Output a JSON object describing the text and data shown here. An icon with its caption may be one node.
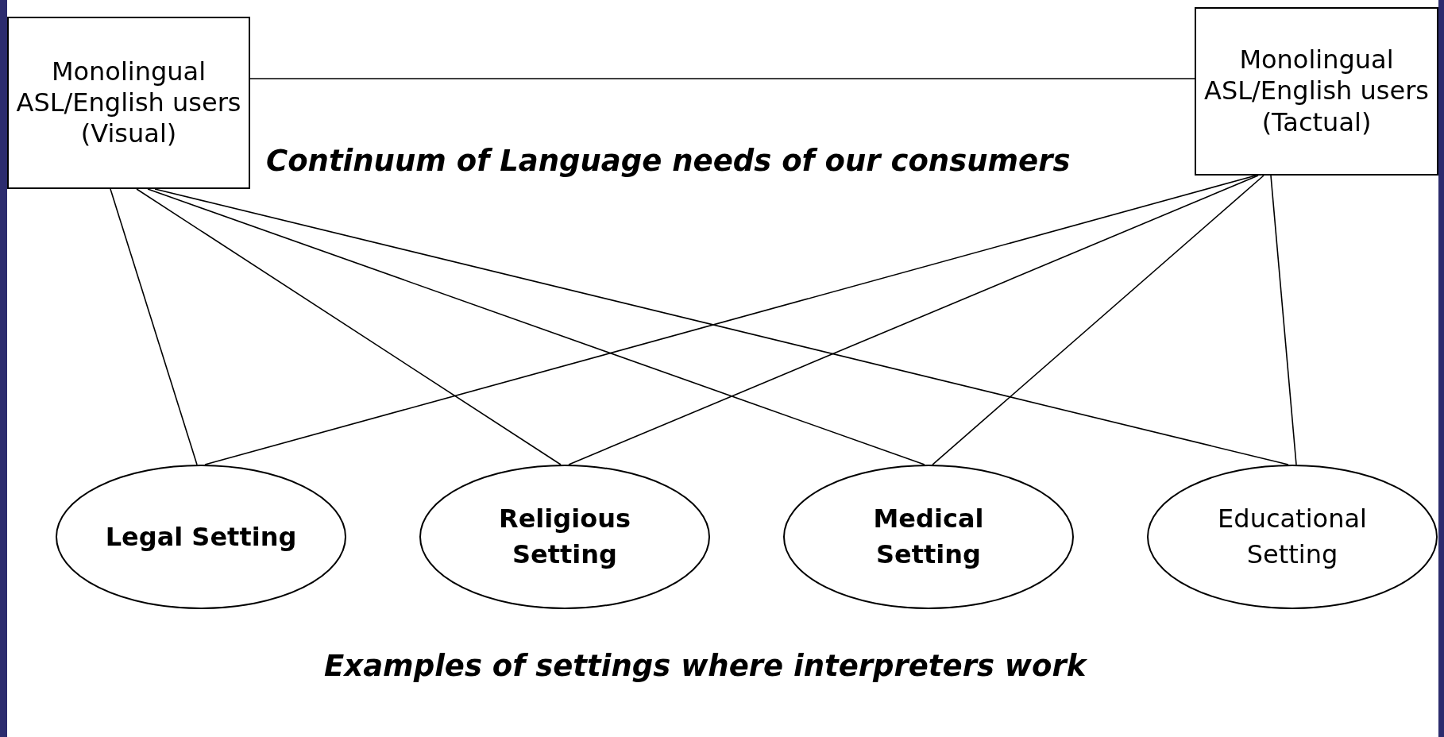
{
  "diagram": {
    "caption": "Examples of settings where interpreters work",
    "nodes": [
      {
        "text": [
          "Monolingual ASL/English users (Visual)"
        ]
      },
      {
        "text": [
          "Monolingual ASL/English users (Tactual)"
        ]
      },
      {
        "text": [
          "Legal Setting"
        ]
      },
      {
        "text": [
          "Religious Setting"
        ]
      },
      {
        "text": [
          "Medical Setting"
        ]
      },
      {
        "text": [
          "Educational Setting"
        ]
      }
    ],
    "edges": [
      {
        "from": 0,
        "to": 1,
        "arrow": "none"
      },
      {
        "from": 0,
        "to": 2,
        "arrow": "none"
      },
      {
        "from": 0,
        "to": 3,
        "arrow": "none"
      },
      {
        "from": 0,
        "to": 4,
        "arrow": "none"
      },
      {
        "from": 0,
        "to": 5,
        "arrow": "none"
      },
      {
        "from": 1,
        "to": 2,
        "arrow": "none"
      },
      {
        "from": 1,
        "to": 3,
        "arrow": "none"
      },
      {
        "from": 1,
        "to": 4,
        "arrow": "none"
      },
      {
        "from": 1,
        "to": 5,
        "arrow": "none"
      }
    ],
    "labels": [
      "Continuum of Language needs of our consumers"
    ]
  }
}
